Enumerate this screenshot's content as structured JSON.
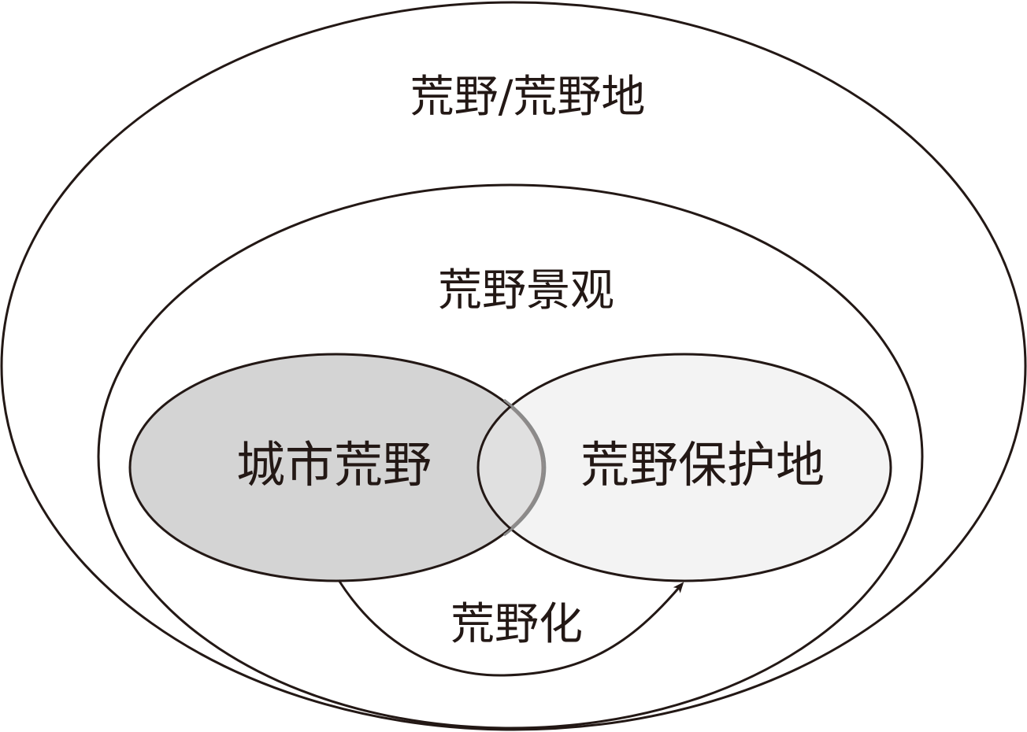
{
  "diagram": {
    "outer_label": "荒野/荒野地",
    "middle_label": "荒野景观",
    "left_label": "城市荒野",
    "right_label": "荒野保护地",
    "arrow_label": "荒野化"
  },
  "colors": {
    "stroke": "#231815",
    "left_fill": "#d4d4d4",
    "right_fill": "#e9e9e9",
    "overlap_stroke": "#8a8a8a",
    "background": "#ffffff"
  }
}
